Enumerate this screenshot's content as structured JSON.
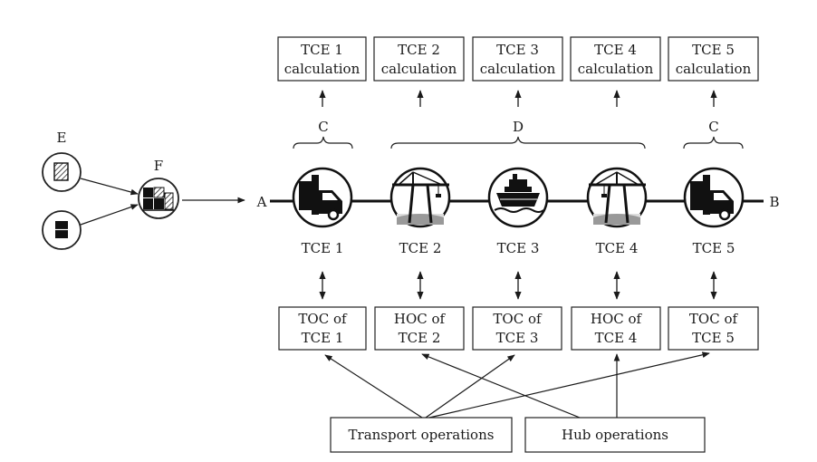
{
  "calc_boxes": [
    {
      "line1": "TCE 1",
      "line2": "calculation"
    },
    {
      "line1": "TCE 2",
      "line2": "calculation"
    },
    {
      "line1": "TCE 3",
      "line2": "calculation"
    },
    {
      "line1": "TCE 4",
      "line2": "calculation"
    },
    {
      "line1": "TCE 5",
      "line2": "calculation"
    }
  ],
  "brace_labels": {
    "left": "C",
    "middle": "D",
    "right": "C"
  },
  "endpoints": {
    "start": "A",
    "end": "B"
  },
  "unit_labels": {
    "e": "E",
    "f": "F"
  },
  "chain_nodes": [
    {
      "label": "TCE 1",
      "icon": "truck-icon"
    },
    {
      "label": "TCE 2",
      "icon": "crane-icon"
    },
    {
      "label": "TCE 3",
      "icon": "ship-icon"
    },
    {
      "label": "TCE 4",
      "icon": "crane-icon"
    },
    {
      "label": "TCE 5",
      "icon": "truck-icon"
    }
  ],
  "oc_boxes": [
    {
      "line1": "TOC of",
      "line2": "TCE 1"
    },
    {
      "line1": "HOC of",
      "line2": "TCE 2"
    },
    {
      "line1": "TOC of",
      "line2": "TCE 3"
    },
    {
      "line1": "HOC of",
      "line2": "TCE 4"
    },
    {
      "line1": "TOC of",
      "line2": "TCE 5"
    }
  ],
  "operations": {
    "transport": "Transport operations",
    "hub": "Hub operations"
  }
}
